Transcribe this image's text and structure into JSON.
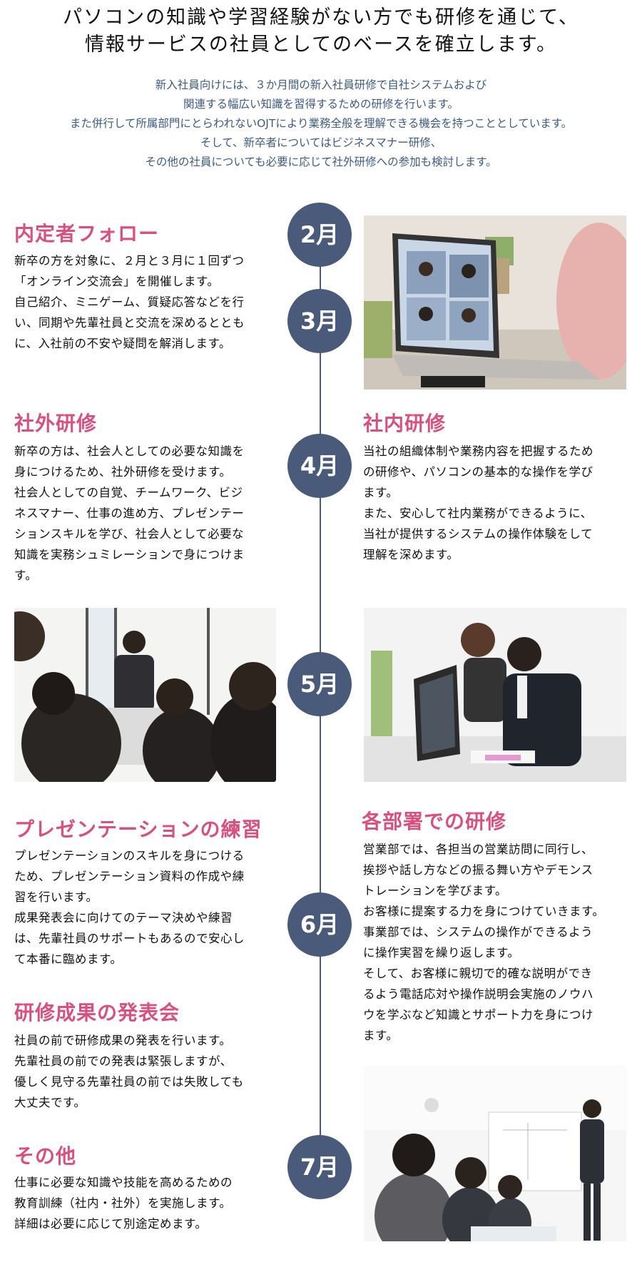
{
  "headline": {
    "line1": "パソコンの知識や学習経験がない方でも研修を通じて、",
    "line2": "情報サービスの社員としてのベースを確立します。"
  },
  "intro": [
    "新入社員向けには、３か月間の新入社員研修で自社システムおよび",
    "関連する幅広い知識を習得するための研修を行います。",
    "また併行して所属部門にとらわれないOJTにより業務全般を理解できる機会を持つこととしています。",
    "そして、新卒者についてはビジネスマナー研修、",
    "その他の社員についても必要に応じて社外研修への参加も検討します。"
  ],
  "months": [
    "2月",
    "3月",
    "4月",
    "5月",
    "6月",
    "7月"
  ],
  "sections": {
    "follow": {
      "title": "内定者フォロー",
      "lines": [
        "新卒の方を対象に、２月と３月に１回ずつ",
        "「オンライン交流会」を開催します。",
        "自己紹介、ミニゲーム、質疑応答などを行",
        "い、同期や先輩社員と交流を深めるととも",
        "に、入社前の不安や疑問を解消します。"
      ]
    },
    "external": {
      "title": "社外研修",
      "lines": [
        "新卒の方は、社会人としての必要な知識を",
        "身につけるため、社外研修を受けます。",
        "社会人としての自覚、チームワーク、ビジ",
        "ネスマナー、仕事の進め方、プレゼンテー",
        "ションスキルを学び、社会人として必要な",
        "知識を実務シュミレーションで身につけま",
        "す。"
      ]
    },
    "internal": {
      "title": "社内研修",
      "lines": [
        "当社の組織体制や業務内容を把握するため",
        "の研修や、パソコンの基本的な操作を学び",
        "ます。",
        "また、安心して社内業務ができるように、",
        "当社が提供するシステムの操作体験をして",
        "理解を深めます。"
      ]
    },
    "presentation": {
      "title": "プレゼンテーションの練習",
      "lines": [
        "プレゼンテーションのスキルを身につける",
        "ため、プレゼンテーション資料の作成や練",
        "習を行います。",
        "成果発表会に向けてのテーマ決めや練習",
        "は、先輩社員のサポートもあるので安心し",
        "て本番に臨めます。"
      ]
    },
    "department": {
      "title": "各部署での研修",
      "lines": [
        "営業部では、各担当の営業訪問に同行し、",
        "挨拶や話し方などの振る舞い方やデモンス",
        "トレーションを学びます。",
        "お客様に提案する力を身につけていきます。",
        "事業部では、システムの操作ができるよう",
        "に操作実習を繰り返します。",
        "そして、お客様に親切で的確な説明ができ",
        "るよう電話応対や操作説明会実施のノウハ",
        "ウを学ぶなど知識とサポート力を身につけ",
        "ます。"
      ]
    },
    "results": {
      "title": "研修成果の発表会",
      "lines": [
        "社員の前で研修成果の発表を行います。",
        "先輩社員の前での発表は緊張しますが、",
        "優しく見守る先輩社員の前では失敗しても",
        "大丈夫です。"
      ]
    },
    "other": {
      "title": "その他",
      "lines": [
        "仕事に必要な知識や技能を高めるための",
        "教育訓練（社内・社外）を実施します。",
        "詳細は必要に応じて別途定めます。"
      ]
    }
  },
  "colors": {
    "accent": "#d94f7e",
    "navy": "#4a5a7a",
    "intro": "#3d5a86"
  }
}
